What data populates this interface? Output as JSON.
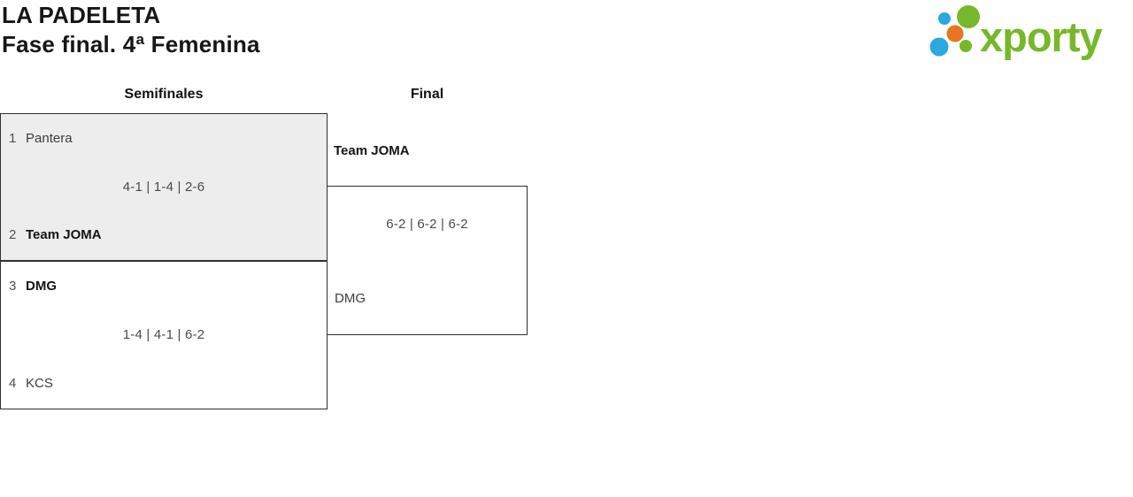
{
  "header": {
    "club_name": "LA PADELETA",
    "phase_title": "Fase final. 4ª Femenina"
  },
  "logo": {
    "wordmark": "xporty",
    "colors": {
      "green": "#76b82a",
      "blue": "#2aa8df",
      "orange": "#e8751f"
    }
  },
  "bracket": {
    "rounds": [
      {
        "label": "Semifinales"
      },
      {
        "label": "Final"
      }
    ],
    "matches": [
      {
        "round": "Semifinales",
        "home": {
          "seed": "1",
          "name": "Pantera",
          "winner": false
        },
        "away": {
          "seed": "2",
          "name": "Team JOMA",
          "winner": true
        },
        "score": "4-1 | 1-4 | 2-6"
      },
      {
        "round": "Semifinales",
        "home": {
          "seed": "3",
          "name": "DMG",
          "winner": true
        },
        "away": {
          "seed": "4",
          "name": "KCS",
          "winner": false
        },
        "score": "1-4 | 4-1 | 6-2"
      },
      {
        "round": "Final",
        "home": {
          "name": "Team JOMA",
          "winner": true
        },
        "away": {
          "name": "DMG",
          "winner": false
        },
        "score": "6-2 | 6-2 | 6-2"
      }
    ]
  },
  "colors": {
    "box_border": "#303030",
    "box_fill_played": "#ededed",
    "winner_text": "#141414",
    "text_secondary": "#3d3d3d",
    "score_text": "#4a4a4a"
  }
}
